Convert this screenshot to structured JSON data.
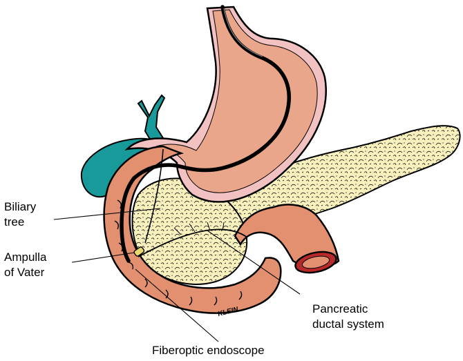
{
  "labels": {
    "biliary_tree": [
      "Biliary",
      "tree"
    ],
    "ampulla_of_vater": [
      "Ampulla",
      "of Vater"
    ],
    "pancreatic_ductal_system": [
      "Pancreatic",
      "ductal system"
    ],
    "fiberoptic_endoscope": "Fiberoptic endoscope"
  },
  "signature": "KLEIN",
  "colors": {
    "stomach_fill": "#eaa68b",
    "stomach_rim": "#f2c2c2",
    "gallbladder": "#18999a",
    "pancreas": "#f8f1be",
    "duodenum": "#e2906f",
    "outline": "#000000"
  }
}
